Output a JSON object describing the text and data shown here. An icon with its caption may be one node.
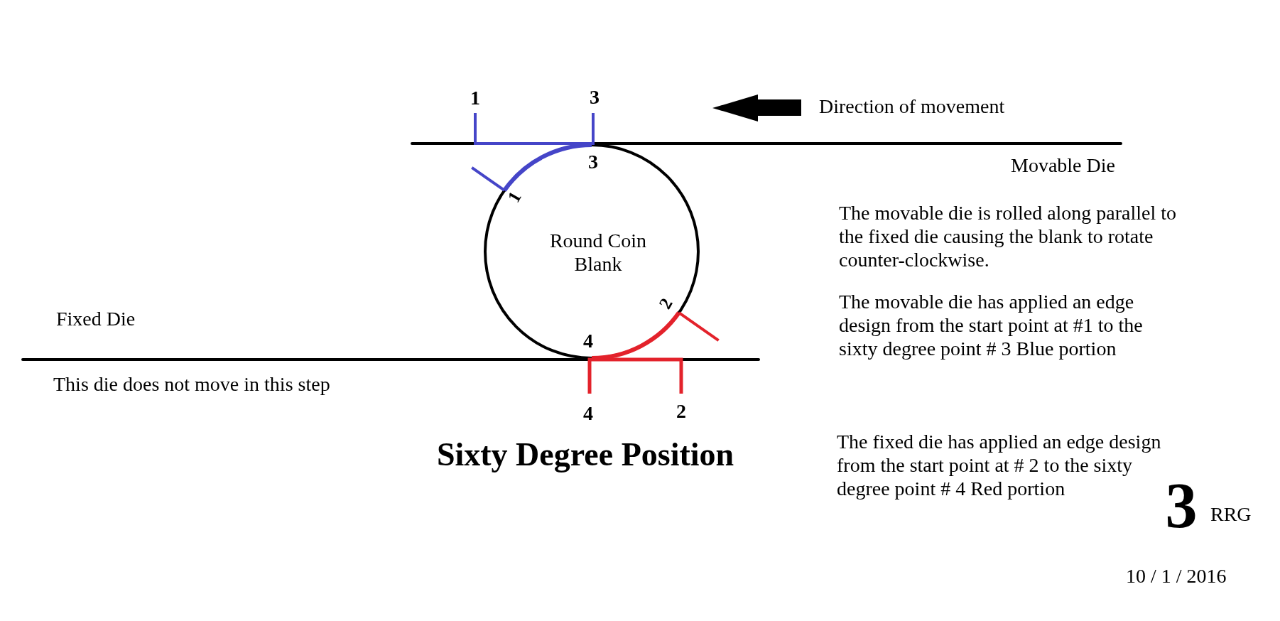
{
  "diagram": {
    "title": "Sixty Degree Position",
    "nodes": [
      {
        "text": [
          "Round Coin Blank"
        ]
      }
    ],
    "labels": [
      "1",
      "3",
      "Direction of movement",
      "3",
      "Movable Die",
      "1",
      "The movable die is rolled along parallel to the fixed die causing the blank to rotate counter-clockwise.",
      "2",
      "Fixed Die",
      "The movable die has applied an edge design from the start point at #1 to the sixty degree point # 3 Blue portion",
      "4",
      "This die does not move in this step",
      "4",
      "2",
      "The fixed die has applied an edge design from the start point at # 2 to the sixty degree point # 4 Red portion",
      "3",
      "RRG",
      "10 / 1 / 2016"
    ]
  }
}
